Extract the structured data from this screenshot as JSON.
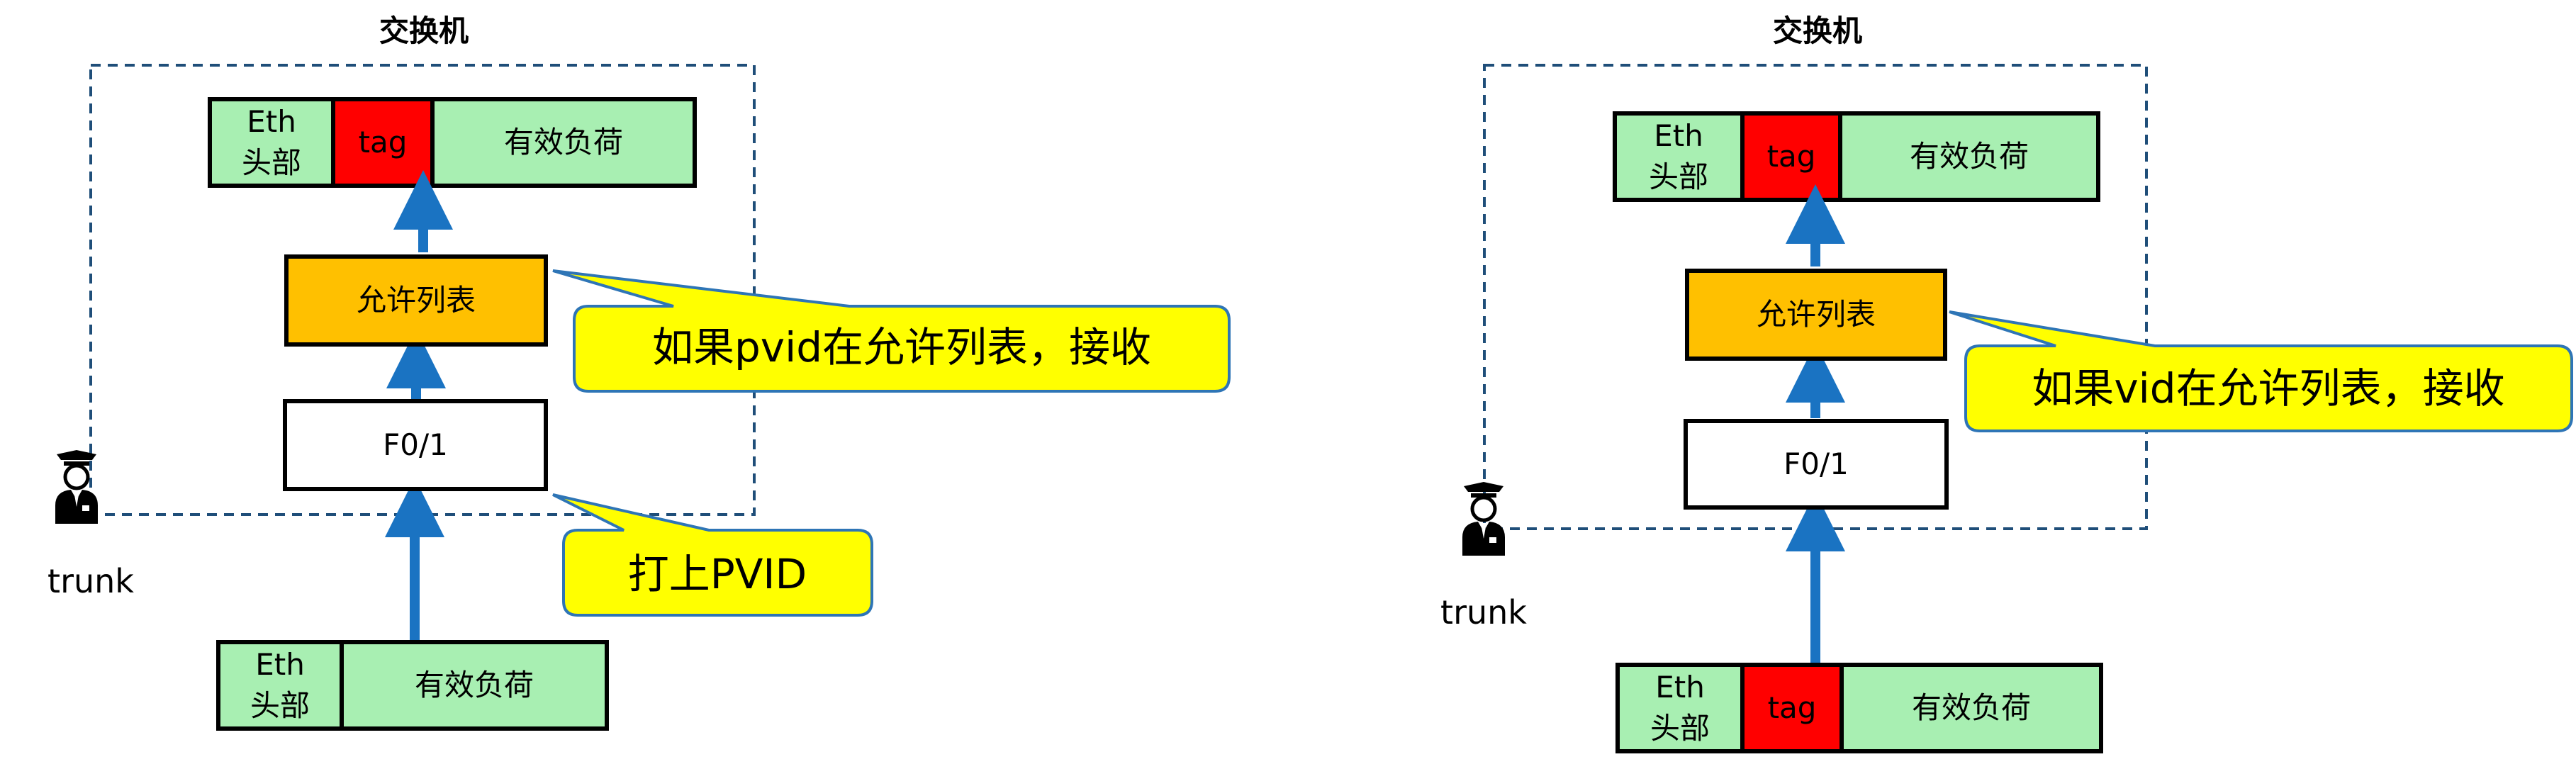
{
  "colors": {
    "frame": "#1f4e79",
    "arrow": "#1a73c2",
    "eth": "#a8efb2",
    "tag": "#ff0000",
    "payload": "#a8efb2",
    "allow": "#ffc000",
    "port": "#ffffff",
    "callout": "#ffff00",
    "callout_border": "#2e75b6"
  },
  "left_panel": {
    "title": "交换机",
    "top_frame": {
      "eth_line1": "Eth",
      "eth_line2": "头部",
      "tag": "tag",
      "payload": "有效负荷"
    },
    "allow_list": "允许列表",
    "port": "F0/1",
    "callout_accept": "如果pvid在允许列表，接收",
    "callout_tag": "打上PVID",
    "guard_icon": "police-officer-icon",
    "guard_label": "trunk",
    "bottom_frame": {
      "eth_line1": "Eth",
      "eth_line2": "头部",
      "payload": "有效负荷"
    }
  },
  "right_panel": {
    "title": "交换机",
    "top_frame": {
      "eth_line1": "Eth",
      "eth_line2": "头部",
      "tag": "tag",
      "payload": "有效负荷"
    },
    "allow_list": "允许列表",
    "port": "F0/1",
    "callout_accept": "如果vid在允许列表，接收",
    "guard_icon": "police-officer-icon",
    "guard_label": "trunk",
    "bottom_frame": {
      "eth_line1": "Eth",
      "eth_line2": "头部",
      "tag": "tag",
      "payload": "有效负荷"
    }
  }
}
